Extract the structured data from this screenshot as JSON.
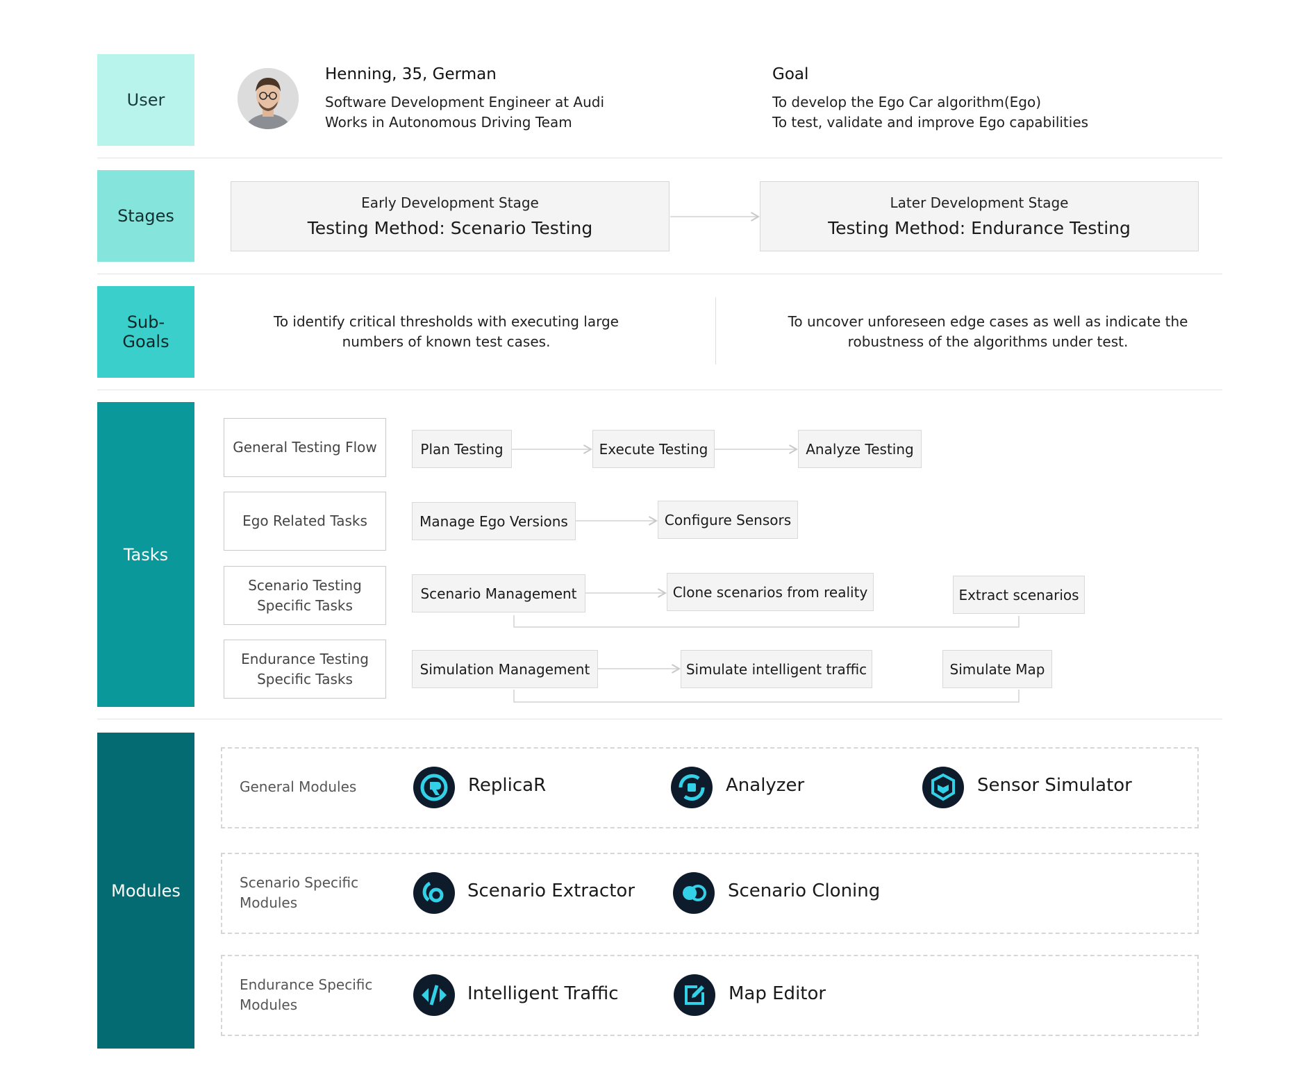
{
  "rows": {
    "user": "User",
    "stages": "Stages",
    "subgoals": "Sub-\nGoals",
    "tasks": "Tasks",
    "modules": "Modules"
  },
  "colors": {
    "user": "#b8f3ec",
    "stages": "#85e5dc",
    "subgoals": "#3acfcb",
    "tasks": "#0b989a",
    "modules": "#046b73",
    "icon_bg": "#0e1b2a",
    "icon_accent": "#33d1e8"
  },
  "user": {
    "name": "Henning, 35, German",
    "role": "Software Development Engineer at Audi",
    "team": "Works in Autonomous Driving Team",
    "goal_title": "Goal",
    "goal_1": "To develop the Ego Car algorithm(Ego)",
    "goal_2": "To test, validate and improve Ego capabilities"
  },
  "stages": {
    "early_small": "Early Development Stage",
    "early_big": "Testing Method: Scenario Testing",
    "later_small": "Later Development Stage",
    "later_big": "Testing Method: Endurance Testing"
  },
  "subgoals": {
    "left_1": "To identify critical thresholds with executing large",
    "left_2": "numbers of known test cases.",
    "right_1": "To uncover unforeseen edge cases as well as indicate the",
    "right_2": "robustness of the algorithms under test."
  },
  "tasks": {
    "cat_general": "General Testing Flow",
    "cat_ego": "Ego Related Tasks",
    "cat_scenario_1": "Scenario Testing",
    "cat_scenario_2": "Specific Tasks",
    "cat_endurance_1": "Endurance Testing",
    "cat_endurance_2": "Specific Tasks",
    "plan": "Plan Testing",
    "execute": "Execute Testing",
    "analyze": "Analyze Testing",
    "manage_ego": "Manage Ego Versions",
    "configure": "Configure Sensors",
    "scenario_mgmt": "Scenario Management",
    "clone": "Clone scenarios from reality",
    "extract": "Extract scenarios",
    "sim_mgmt": "Simulation Management",
    "sim_traffic": "Simulate intelligent traffic",
    "sim_map": "Simulate Map"
  },
  "modules": {
    "cat_general": "General Modules",
    "cat_scenario_1": "Scenario Specific",
    "cat_scenario_2": "Modules",
    "cat_endurance_1": "Endurance Specific",
    "cat_endurance_2": "Modules",
    "replicar": "ReplicaR",
    "replicar_icon": "replicar-logo-icon",
    "analyzer": "Analyzer",
    "analyzer_icon": "analyzer-logo-icon",
    "sensor_sim": "Sensor Simulator",
    "sensor_sim_icon": "sensor-simulator-logo-icon",
    "scenario_extractor": "Scenario Extractor",
    "scenario_extractor_icon": "scenario-extractor-logo-icon",
    "scenario_cloning": "Scenario Cloning",
    "scenario_cloning_icon": "scenario-cloning-logo-icon",
    "intelligent_traffic": "Intelligent Traffic",
    "intelligent_traffic_icon": "intelligent-traffic-logo-icon",
    "map_editor": "Map Editor",
    "map_editor_icon": "map-editor-logo-icon"
  }
}
